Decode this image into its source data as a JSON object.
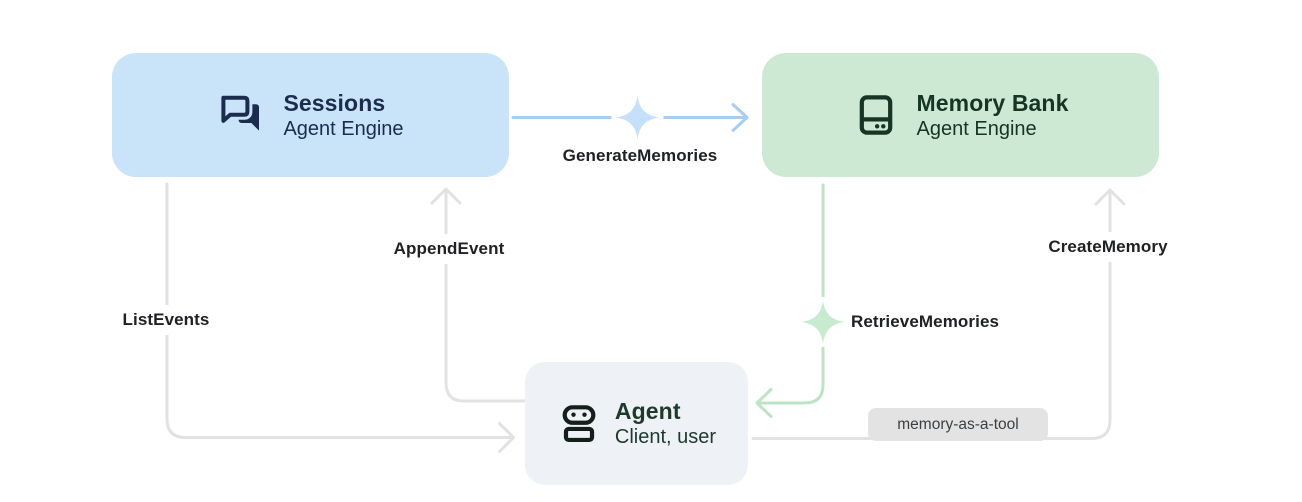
{
  "cards": {
    "sessions": {
      "title": "Sessions",
      "subtitle": "Agent Engine",
      "icon": "chat-icon"
    },
    "memory_bank": {
      "title": "Memory Bank",
      "subtitle": "Agent Engine",
      "icon": "storage-icon"
    },
    "agent": {
      "title": "Agent",
      "subtitle": "Client, user",
      "icon": "robot-icon"
    }
  },
  "edges": {
    "generate_memories": {
      "label": "GenerateMemories",
      "from": "Sessions",
      "to": "Memory Bank",
      "style": "blue-sparkle"
    },
    "append_event": {
      "label": "AppendEvent",
      "from": "Agent",
      "to": "Sessions",
      "style": "gray"
    },
    "list_events": {
      "label": "ListEvents",
      "from": "Sessions",
      "to": "Agent",
      "style": "gray"
    },
    "retrieve_memories": {
      "label": "RetrieveMemories",
      "from": "Memory Bank",
      "to": "Agent",
      "style": "green-sparkle"
    },
    "create_memory": {
      "label": "CreateMemory",
      "badge": "memory-as-a-tool",
      "from": "Agent",
      "to": "Memory Bank",
      "style": "gray"
    }
  },
  "colors": {
    "canvas_bg": "#ffffff",
    "sessions_bg": "#c9e3f9",
    "sessions_fg": "#1b2c4e",
    "memory_bg": "#cde9d3",
    "memory_fg": "#173524",
    "agent_bg": "#eef1f6",
    "agent_fg": "#1e3a2a",
    "edge_gray": "#e2e2e2",
    "edge_blue": "#a8cdf4",
    "sparkle_blue": "#c5e0fa",
    "edge_green": "#bce4c5",
    "sparkle_green": "#c6ebcf",
    "label_fg": "#202124",
    "badge_bg": "#e3e3e3",
    "badge_fg": "#3c4043"
  }
}
